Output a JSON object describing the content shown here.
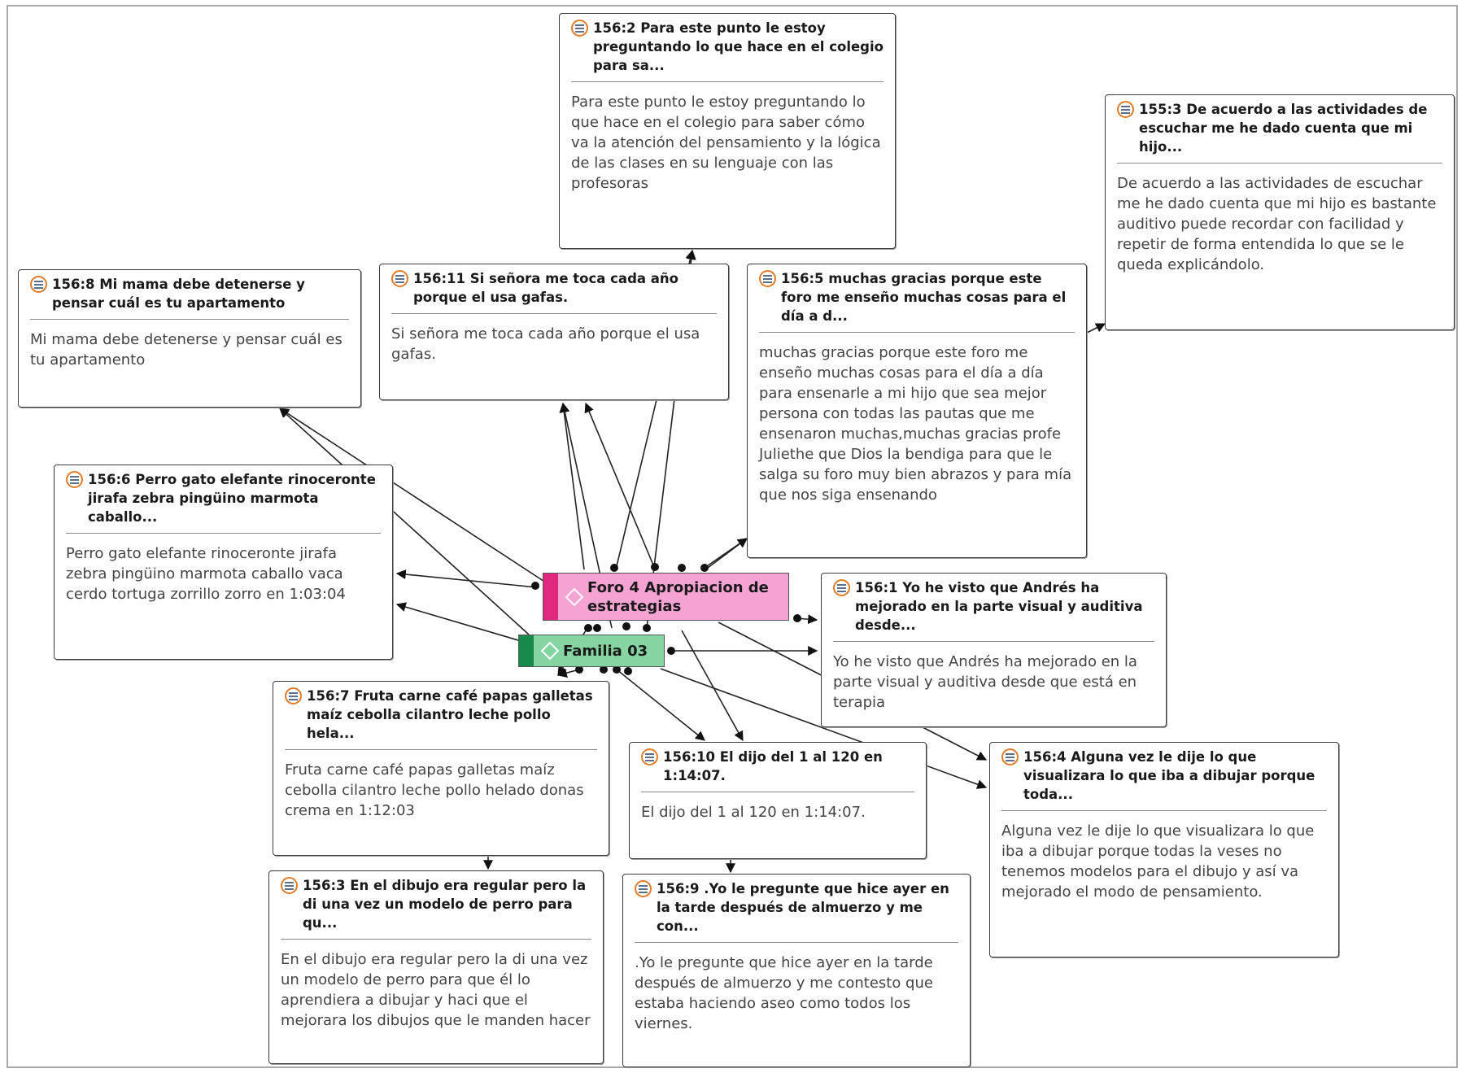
{
  "codes": {
    "foro": {
      "label": "Foro 4 Apropiacion de estrategias",
      "fill": "#f5a3d3",
      "bar": "#e0287f"
    },
    "familia": {
      "label": "Familia 03",
      "fill": "#86d4a2",
      "bar": "#178a4a"
    }
  },
  "quotes": {
    "q156_2": {
      "title": "156:2 Para este punto le estoy preguntando lo que hace en el colegio para sa...",
      "body": "Para este punto le estoy preguntando lo que hace en el colegio para saber cómo va la atención del pensamiento y la lógica de las clases en su lenguaje con las profesoras"
    },
    "q155_3": {
      "title": "155:3 De acuerdo a las actividades de escuchar me he dado cuenta que mi hijo...",
      "body": "De acuerdo a las actividades de escuchar me he dado cuenta que mi hijo es bastante auditivo puede recordar con facilidad y repetir de forma entendida lo que se le queda explicándolo."
    },
    "q156_8": {
      "title": "156:8 Mi mama debe detenerse y pensar cuál es tu apartamento",
      "body": "Mi mama debe detenerse y pensar cuál es tu apartamento"
    },
    "q156_11": {
      "title": "156:11 Si señora me toca cada año porque el usa gafas.",
      "body": "Si señora me toca cada año porque el usa gafas."
    },
    "q156_5": {
      "title": "156:5 muchas gracias porque este foro me enseño muchas cosas para el día a d...",
      "body": "muchas gracias porque este foro me enseño muchas cosas para el día a día para ensenarle a mi hijo que sea mejor persona con todas las pautas que me ensenaron muchas,muchas gracias profe Juliethe que Dios la bendiga para que le salga su foro muy bien abrazos y para mía que nos siga ensenando"
    },
    "q156_6": {
      "title": "156:6 Perro gato elefante rinoceronte jirafa zebra pingüino marmota caballo...",
      "body": "Perro gato elefante rinoceronte jirafa zebra pingüino marmota caballo vaca cerdo tortuga zorrillo zorro en 1:03:04"
    },
    "q156_1": {
      "title": "156:1 Yo he visto que Andrés ha mejorado en la parte visual y auditiva desde...",
      "body": "Yo he visto que Andrés ha mejorado en la parte visual y auditiva desde que está en terapia"
    },
    "q156_7": {
      "title": "156:7 Fruta carne café papas galletas maíz cebolla cilantro leche pollo hela...",
      "body": "Fruta carne café papas galletas maíz cebolla cilantro leche pollo helado donas crema en 1:12:03"
    },
    "q156_10": {
      "title": "156:10 El dijo del 1 al 120 en 1:14:07.",
      "body": "El dijo del 1 al 120 en 1:14:07."
    },
    "q156_4": {
      "title": "156:4 Alguna vez le dije lo que visualizara lo que iba a dibujar porque toda...",
      "body": "Alguna vez le dije lo que visualizara lo que iba a dibujar porque todas la veses no tenemos modelos para el dibujo y así va mejorado el modo de pensamiento."
    },
    "q156_3": {
      "title": "156:3 En el dibujo era regular pero la di una vez un modelo de perro para qu...",
      "body": "En el dibujo era regular pero la di una vez un modelo de perro para que él lo aprendiera a dibujar y haci que el mejorara los dibujos que le manden hacer"
    },
    "q156_9": {
      "title": "156:9 .Yo le pregunte que hice ayer en la tarde después de almuerzo y me con...",
      "body": ".Yo le pregunte que hice ayer en la tarde después de almuerzo y me contesto que estaba haciendo aseo como todos los viernes."
    }
  }
}
